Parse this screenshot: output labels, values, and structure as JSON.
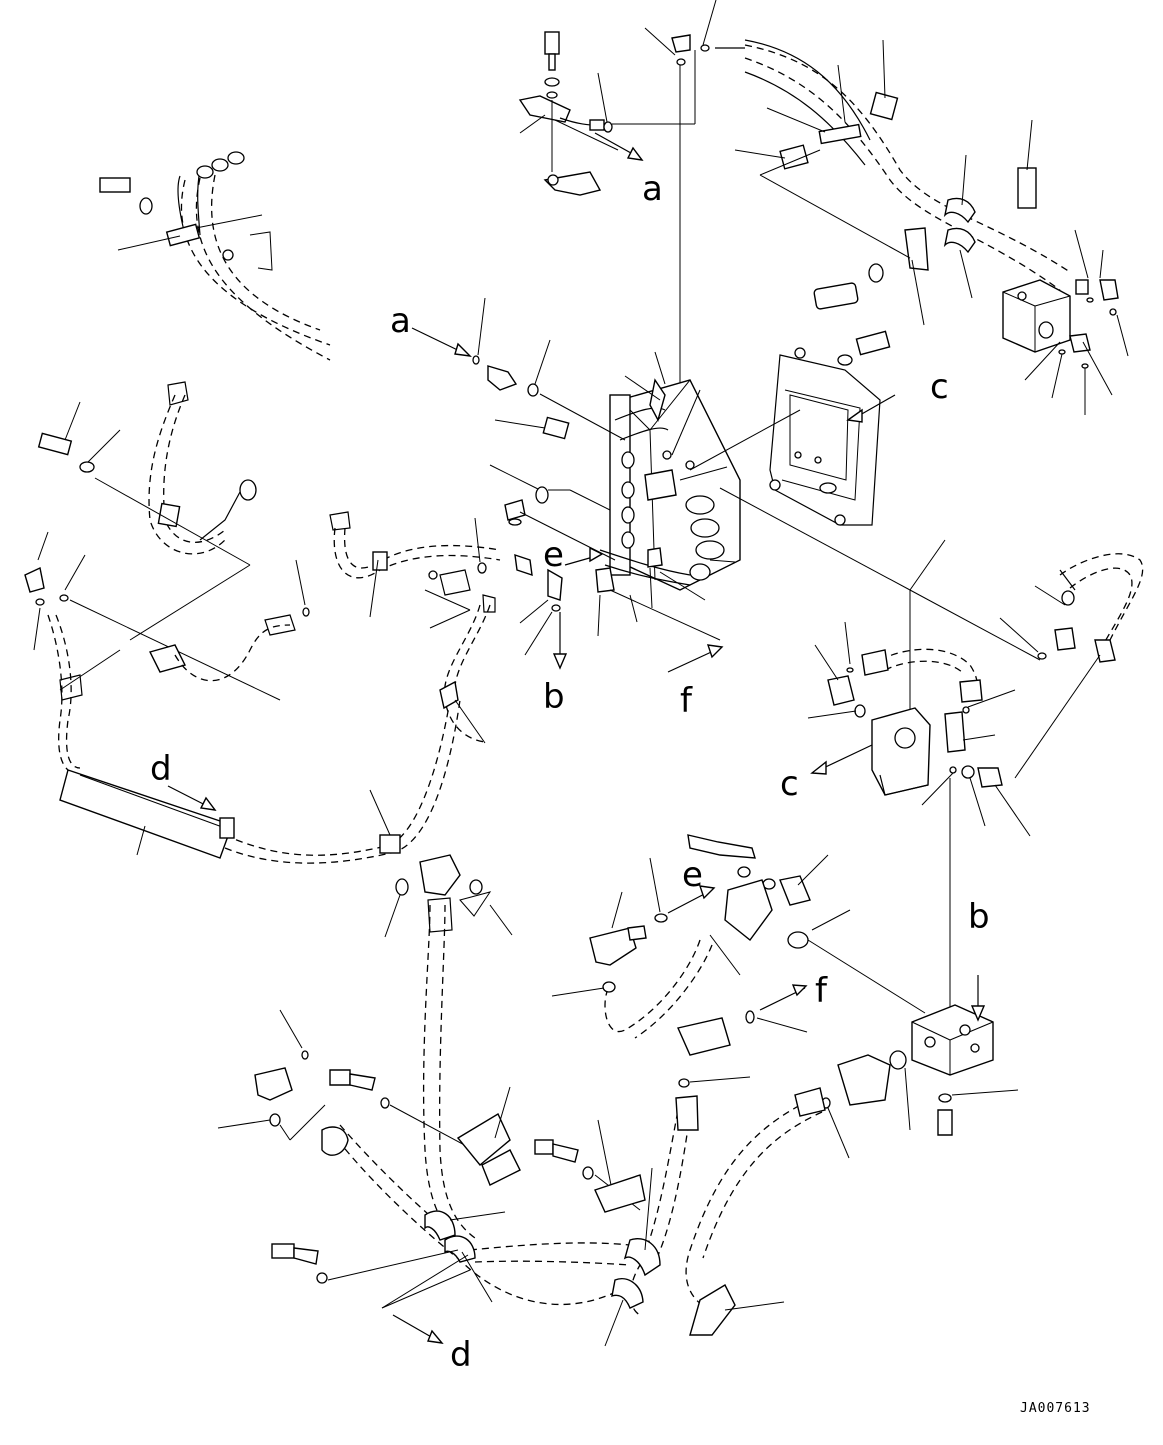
{
  "callouts": {
    "a_top": "a",
    "a_left": "a",
    "b_mid": "b",
    "b_right": "b",
    "c_top": "c",
    "c_mid": "c",
    "d_left": "d",
    "d_bottom": "d",
    "e_mid": "e",
    "e_lower": "e",
    "f_mid": "f",
    "f_lower": "f"
  },
  "drawing_id": "JA007613"
}
